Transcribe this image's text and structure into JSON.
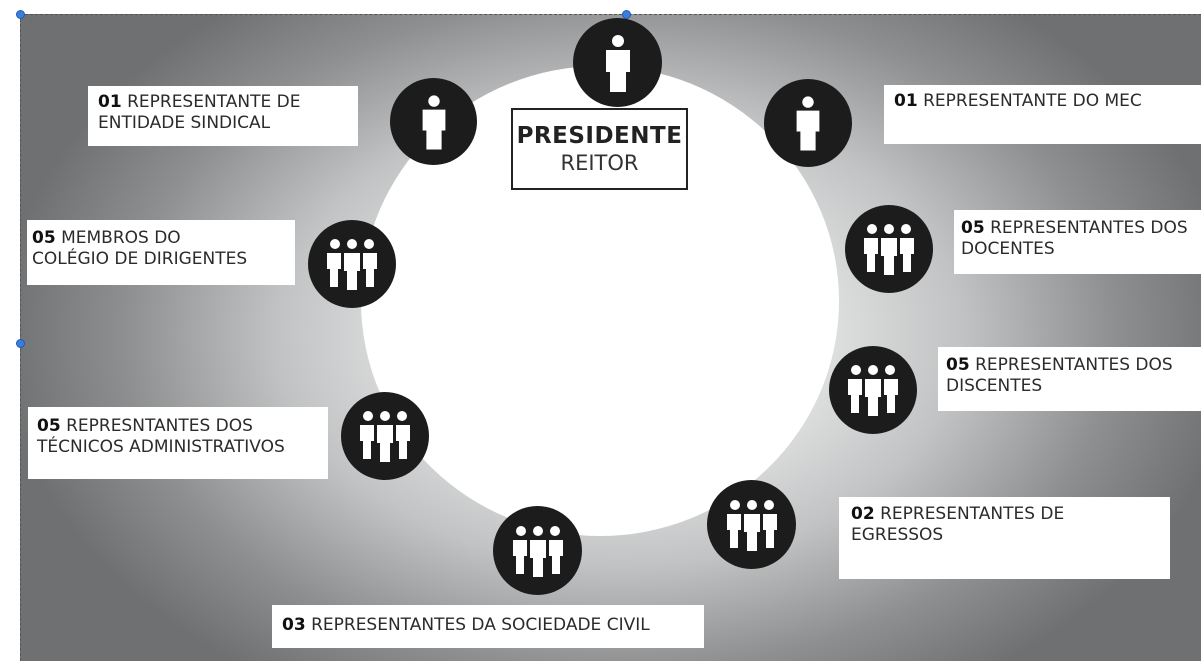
{
  "center": {
    "title": "PRESIDENTE",
    "subtitle": "REITOR"
  },
  "labels": [
    {
      "count": "01",
      "line1": "REPRESENTANTE DE",
      "line2": "ENTIDADE SINDICAL"
    },
    {
      "count": "01",
      "line1": "REPRESENTANTE DO MEC",
      "line2": ""
    },
    {
      "count": "05",
      "line1": "MEMBROS DO",
      "line2": "COLÉGIO DE DIRIGENTES"
    },
    {
      "count": "05",
      "line1": "REPRESENTANTES DOS",
      "line2": "DOCENTES"
    },
    {
      "count": "05",
      "line1": "REPRESENTANTES DOS",
      "line2": "DISCENTES"
    },
    {
      "count": "05",
      "line1": "REPRESNTANTES DOS",
      "line2": "TÉCNICOS ADMINISTRATIVOS"
    },
    {
      "count": "02",
      "line1": "REPRESENTANTES DE",
      "line2": "EGRESSOS"
    },
    {
      "count": "03",
      "line1": "REPRESENTANTES DA SOCIEDADE CIVIL",
      "line2": ""
    }
  ],
  "icons": {
    "single": "single-person-icon",
    "group": "group-of-people-icon"
  },
  "colors": {
    "node": "#1c1c1c",
    "center_circle": "#ffffff",
    "background_edge": "#6f7071"
  }
}
